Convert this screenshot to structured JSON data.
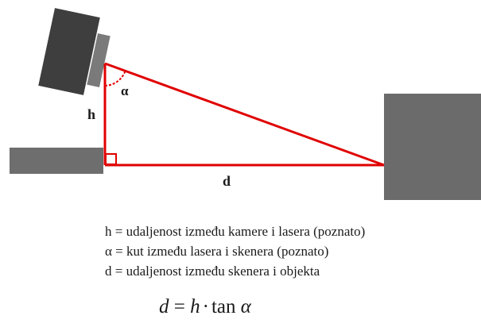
{
  "diagram": {
    "label_h": "h",
    "label_d": "d",
    "label_alpha": "α",
    "colors": {
      "triangle": "#e00000",
      "camera_body": "#3e3e3e",
      "camera_lens": "#7a7a7a",
      "laser_block": "#6e6e6e",
      "object_block": "#6b6b6b"
    }
  },
  "legend": {
    "h_line": "h = udaljenost između kamere i lasera (poznato)",
    "alpha_line": "α = kut između lasera i skenera (poznato)",
    "d_line": "d = udaljenost između skenera i objekta"
  },
  "formula": {
    "lhs": "d",
    "equals": "=",
    "h": "h",
    "dot": "·",
    "func": "tan",
    "alpha": "α"
  }
}
